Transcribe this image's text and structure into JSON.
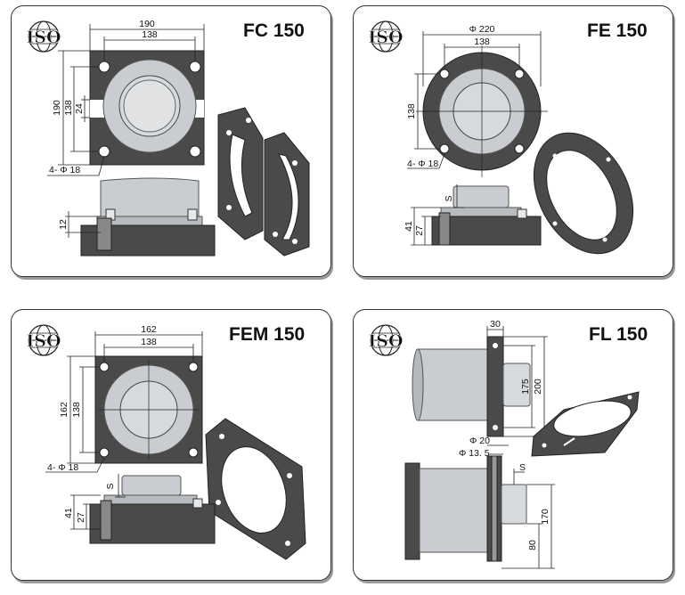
{
  "iso_label": "ISO",
  "panels": {
    "fc150": {
      "title": "FC 150",
      "dims": {
        "w_outer": "190",
        "w_inner": "138",
        "h_outer": "190",
        "h_inner": "138",
        "gap": "24",
        "holes": "4- Φ 18",
        "base": "12"
      }
    },
    "fe150": {
      "title": "FE 150",
      "dims": {
        "w_outer": "Φ 220",
        "w_inner": "138",
        "h_inner": "138",
        "holes": "4- Φ 18",
        "s": "S",
        "h41": "41",
        "h27": "27"
      }
    },
    "fem150": {
      "title": "FEM 150",
      "dims": {
        "w_outer": "162",
        "w_inner": "138",
        "h_outer": "162",
        "h_inner": "138",
        "holes": "4- Φ 18",
        "s": "S",
        "h41": "41",
        "h27": "27"
      }
    },
    "fl150": {
      "title": "FL 150",
      "dims": {
        "w": "30",
        "h175": "175",
        "h200": "200",
        "d20": "Φ 20",
        "d135": "Φ 13. 5",
        "s": "S",
        "h170": "170",
        "h80": "80"
      }
    }
  },
  "colors": {
    "plate": "#4a4a4a",
    "plate_edge": "#222222",
    "metal": "#c9ccd0",
    "metal_light": "#e6e8ea",
    "border": "#333333"
  }
}
